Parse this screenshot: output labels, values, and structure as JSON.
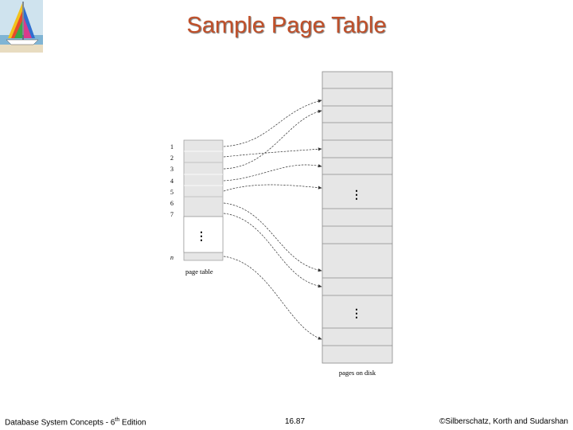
{
  "slide": {
    "title": "Sample Page Table"
  },
  "page_table": {
    "caption": "page table",
    "row_numbers": [
      "1",
      "2",
      "3",
      "4",
      "5",
      "6",
      "7"
    ],
    "last_row_number": "n",
    "ellipsis": "⋮"
  },
  "disk": {
    "caption": "pages on disk",
    "ellipsis": "⋮"
  },
  "footer": {
    "left_text": "Database System Concepts - 6",
    "left_sup": "th",
    "left_suffix": " Edition",
    "center": "16.87",
    "right": "©Silberschatz, Korth and Sudarshan"
  },
  "colors": {
    "title": "#c0502a",
    "cell_fill": "#e6e6e6",
    "cell_border": "#8a8a8a",
    "arrow": "#333333"
  },
  "icons": {
    "logo": "sailboat-logo-icon"
  }
}
